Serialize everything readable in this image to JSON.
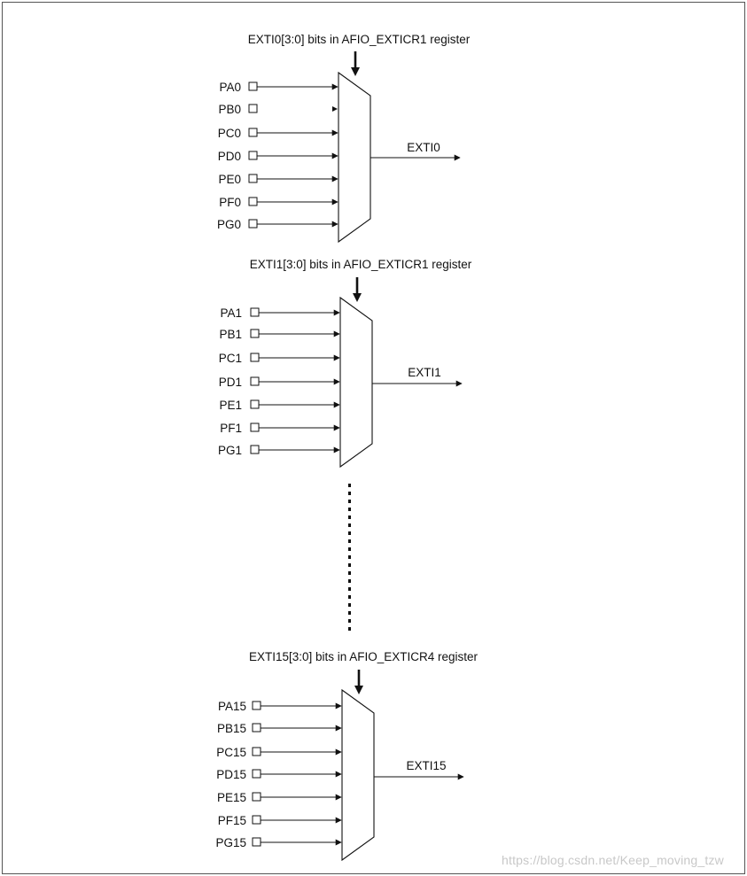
{
  "diagram": {
    "groups": [
      {
        "register_label": "EXTI0[3:0] bits in AFIO_EXTICR1 register",
        "inputs": [
          "PA0",
          "PB0",
          "PC0",
          "PD0",
          "PE0",
          "PF0",
          "PG0"
        ],
        "output_label": "EXTI0"
      },
      {
        "register_label": "EXTI1[3:0] bits in AFIO_EXTICR1 register",
        "inputs": [
          "PA1",
          "PB1",
          "PC1",
          "PD1",
          "PE1",
          "PF1",
          "PG1"
        ],
        "output_label": "EXTI1"
      },
      {
        "register_label": "EXTI15[3:0] bits in AFIO_EXTICR4 register",
        "inputs": [
          "PA15",
          "PB15",
          "PC15",
          "PD15",
          "PE15",
          "PF15",
          "PG15"
        ],
        "output_label": "EXTI15"
      }
    ]
  },
  "watermark": "https://blog.csdn.net/Keep_moving_tzw"
}
